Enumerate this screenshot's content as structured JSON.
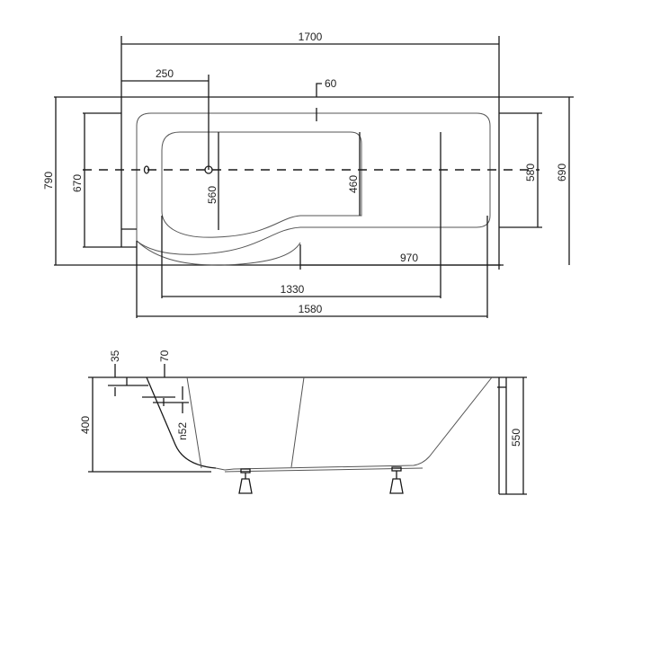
{
  "plan_view": {
    "dimensions": {
      "overall_length": "1700",
      "drain_offset": "250",
      "rim_inset": "60",
      "overall_width": "790",
      "shell_width": "670",
      "basin_width_left": "560",
      "basin_width_right": "460",
      "right_inner_width": "580",
      "right_outer_width": "690",
      "straight_section_length": "970",
      "basin_length": "1330",
      "shell_length": "1580"
    }
  },
  "side_view": {
    "dimensions": {
      "rim_thickness": "35",
      "overflow_offset": "70",
      "overflow_diameter": "n52",
      "depth": "400",
      "total_height": "550"
    }
  }
}
